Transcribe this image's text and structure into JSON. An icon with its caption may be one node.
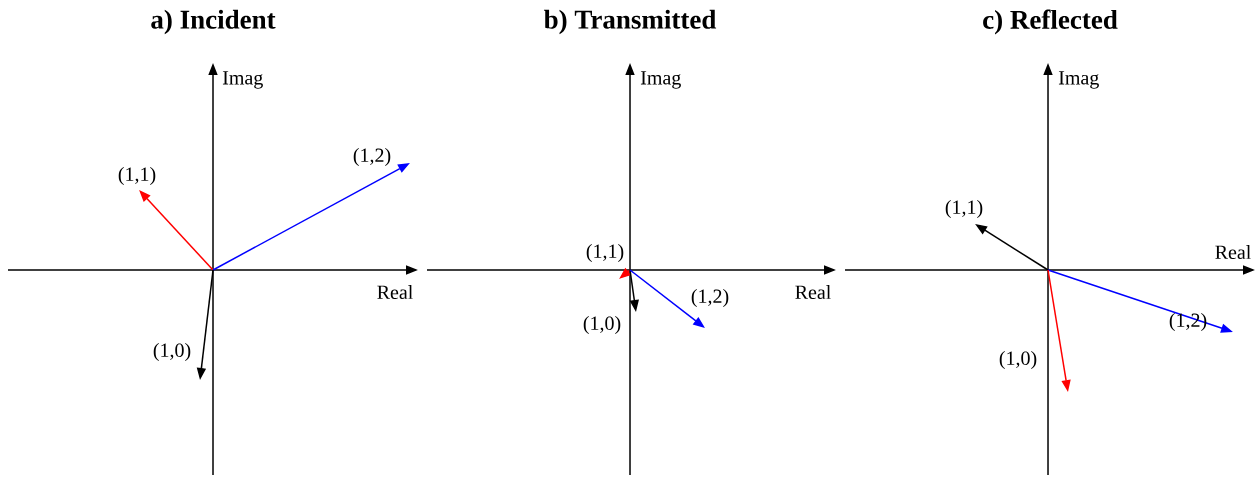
{
  "diagram": {
    "labels": [
      "a) Incident",
      "Imag",
      "Real",
      "(1,1)",
      "(1,2)",
      "(1,0)",
      "b) Transmitted",
      "Imag",
      "Real",
      "(1,1)",
      "(1,2)",
      "(1,0)",
      "c) Reflected",
      "Imag",
      "Real",
      "(1,1)",
      "(1,2)",
      "(1,0)"
    ]
  }
}
